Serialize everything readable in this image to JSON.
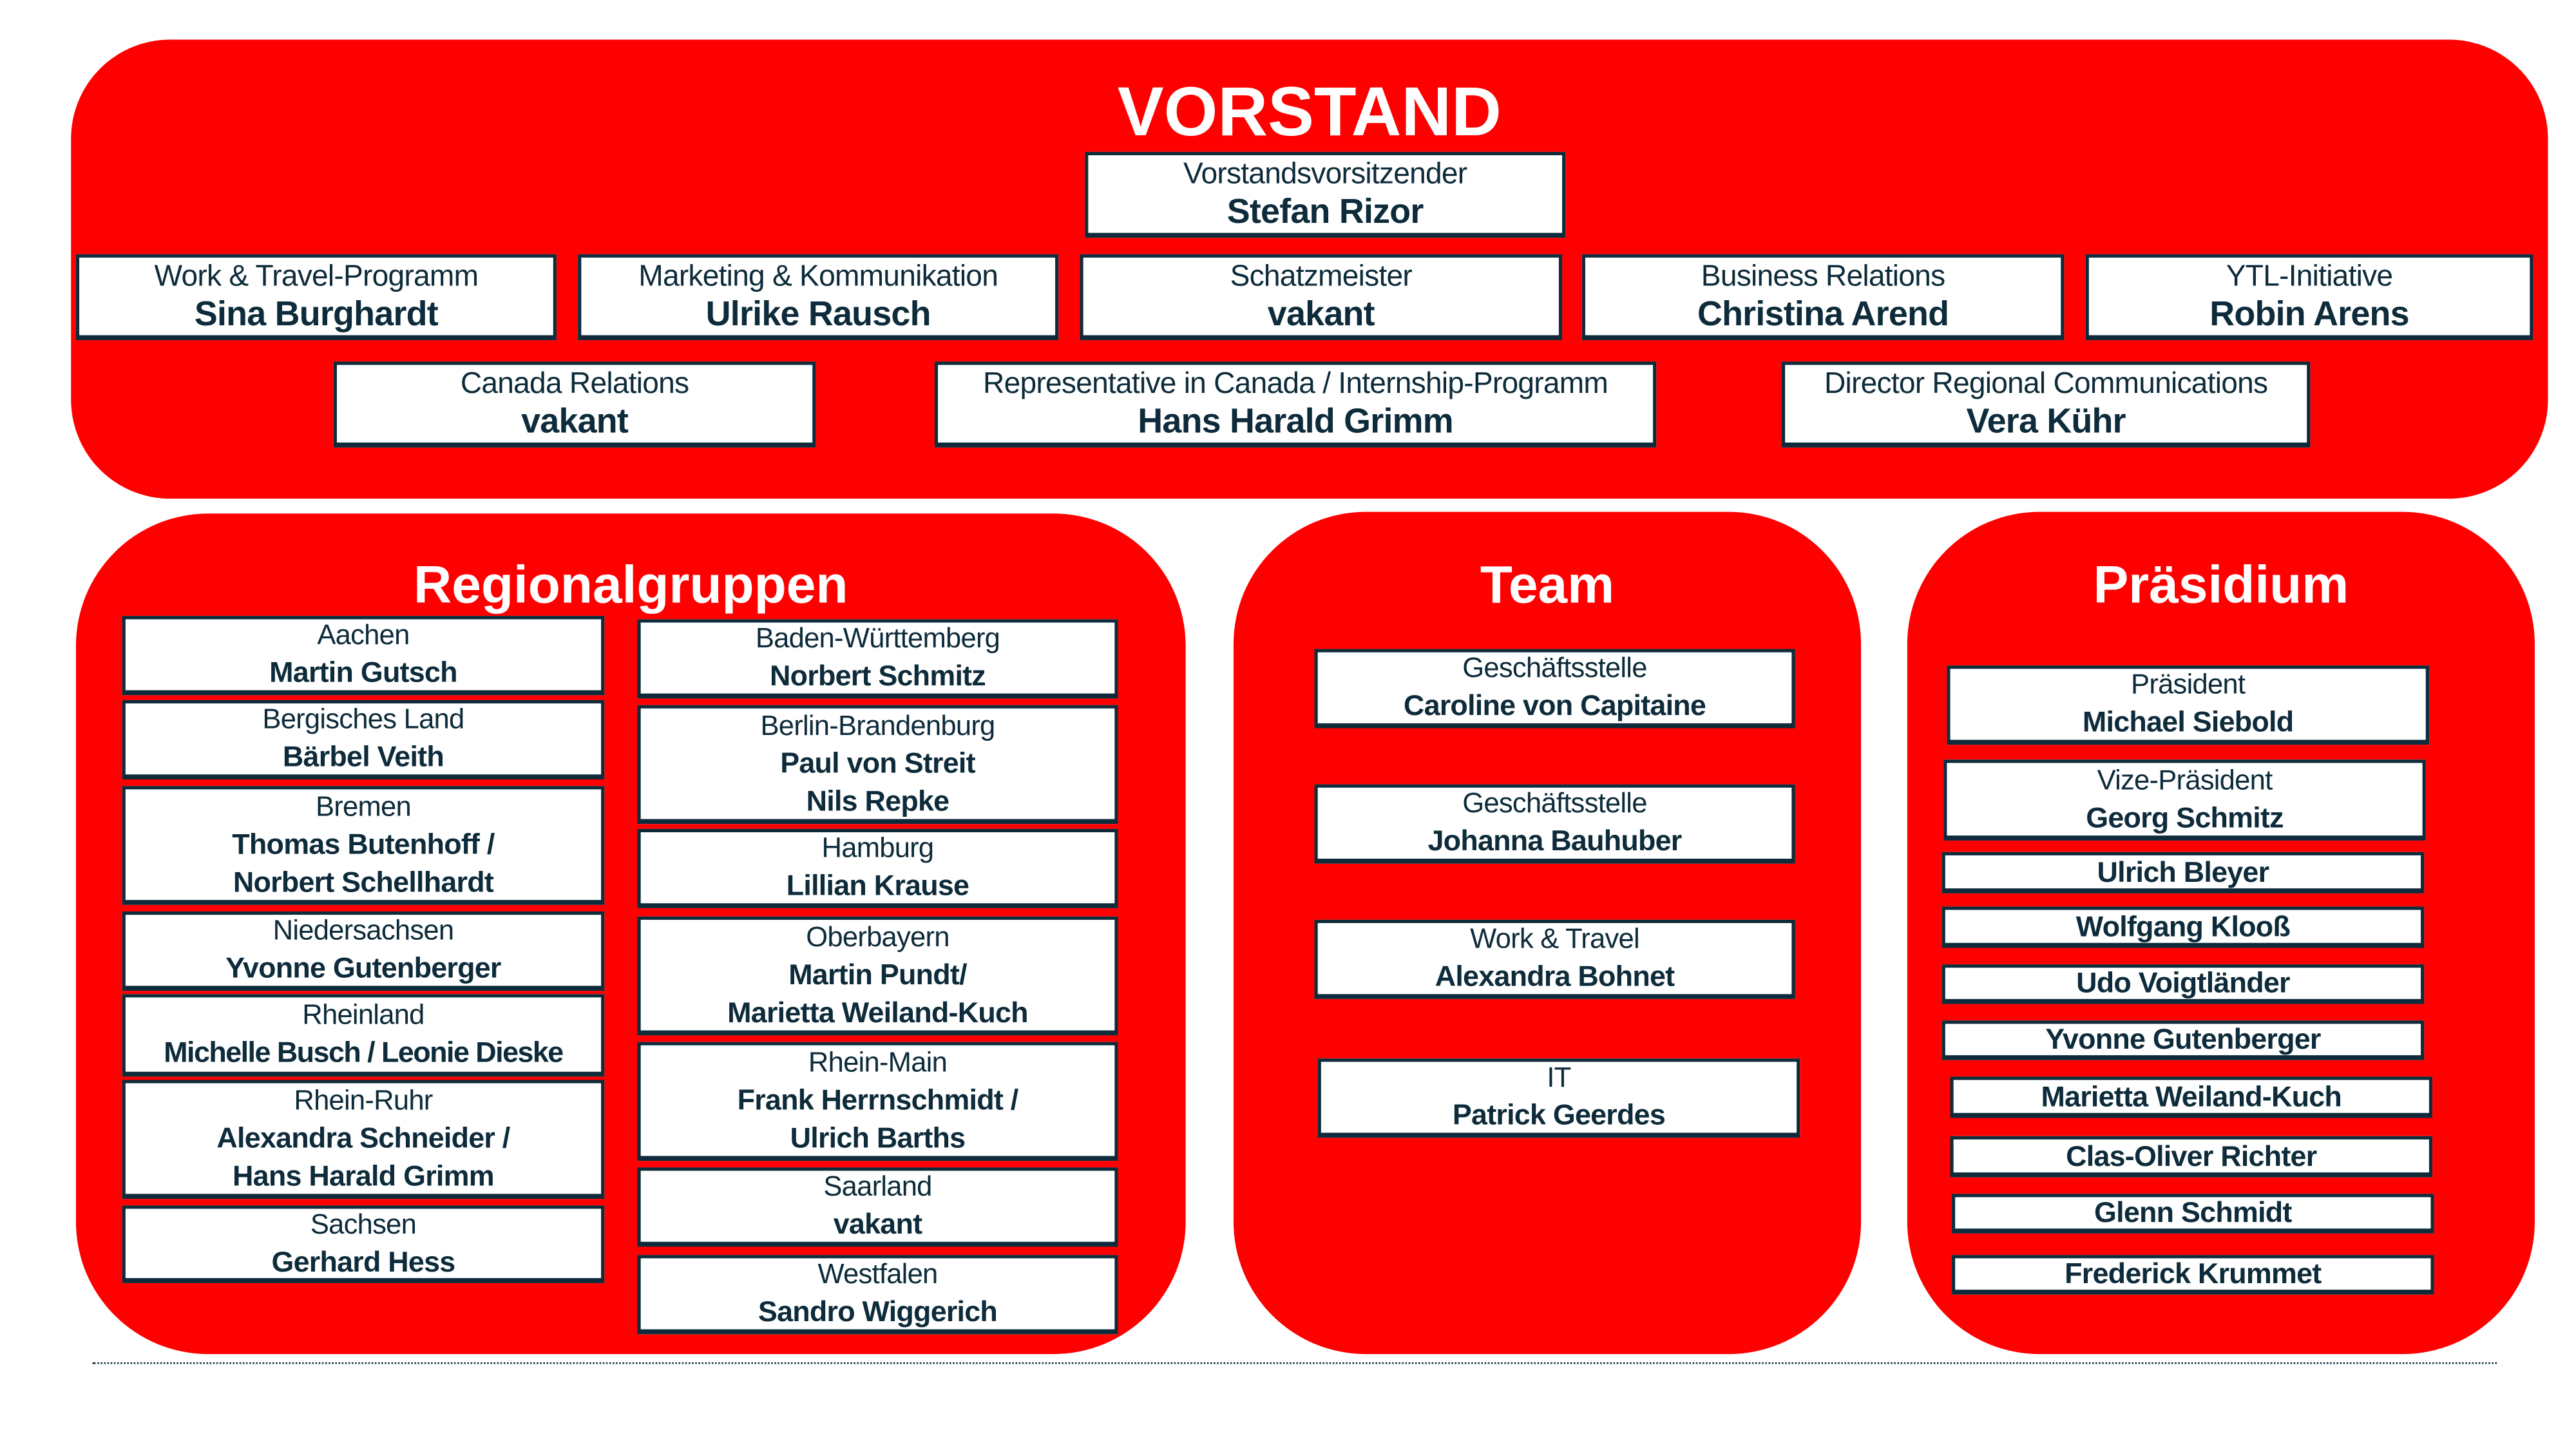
{
  "vorstand": {
    "title": "VORSTAND",
    "chair": {
      "role": "Vorstandsvorsitzender",
      "name": "Stefan Rizor"
    },
    "row1": [
      {
        "role": "Work & Travel-Programm",
        "name": "Sina Burghardt"
      },
      {
        "role": "Marketing & Kommunikation",
        "name": "Ulrike Rausch"
      },
      {
        "role": "Schatzmeister",
        "name": "vakant"
      },
      {
        "role": "Business Relations",
        "name": "Christina Arend"
      },
      {
        "role": "YTL-Initiative",
        "name": "Robin Arens"
      }
    ],
    "row2": [
      {
        "role": "Canada Relations",
        "name": "vakant"
      },
      {
        "role": "Representative in Canada / Internship-Programm",
        "name": "Hans Harald Grimm"
      },
      {
        "role": "Director Regional Communications",
        "name": "Vera Kühr"
      }
    ]
  },
  "regional": {
    "title": "Regionalgruppen",
    "left": [
      {
        "role": "Aachen",
        "name": [
          "Martin Gutsch"
        ]
      },
      {
        "role": "Bergisches Land",
        "name": [
          "Bärbel Veith"
        ]
      },
      {
        "role": "Bremen",
        "name": [
          "Thomas Butenhoff /",
          "Norbert Schellhardt"
        ]
      },
      {
        "role": "Niedersachsen",
        "name": [
          "Yvonne Gutenberger"
        ]
      },
      {
        "role": "Rheinland",
        "name": [
          "Michelle Busch / Leonie Dieske"
        ]
      },
      {
        "role": "Rhein-Ruhr",
        "name": [
          "Alexandra Schneider /",
          "Hans Harald Grimm"
        ]
      },
      {
        "role": "Sachsen",
        "name": [
          "Gerhard Hess"
        ]
      }
    ],
    "right": [
      {
        "role": "Baden-Württemberg",
        "name": [
          "Norbert Schmitz"
        ]
      },
      {
        "role": "Berlin-Brandenburg",
        "name": [
          "Paul von Streit",
          "Nils Repke"
        ]
      },
      {
        "role": "Hamburg",
        "name": [
          "Lillian Krause"
        ]
      },
      {
        "role": "Oberbayern",
        "name": [
          "Martin Pundt/",
          "Marietta Weiland-Kuch"
        ]
      },
      {
        "role": "Rhein-Main",
        "name": [
          "Frank Herrnschmidt /",
          "Ulrich Barths"
        ]
      },
      {
        "role": "Saarland",
        "name": [
          "vakant"
        ]
      },
      {
        "role": "Westfalen",
        "name": [
          "Sandro Wiggerich"
        ]
      }
    ]
  },
  "team": {
    "title": "Team",
    "items": [
      {
        "role": "Geschäftsstelle",
        "name": "Caroline von Capitaine"
      },
      {
        "role": "Geschäftsstelle",
        "name": "Johanna Bauhuber"
      },
      {
        "role": "Work & Travel",
        "name": "Alexandra Bohnet"
      },
      {
        "role": "IT",
        "name": "Patrick Geerdes"
      }
    ]
  },
  "praesidium": {
    "title": "Präsidium",
    "items": [
      {
        "role": "Präsident",
        "name": "Michael Siebold"
      },
      {
        "role": "Vize-Präsident",
        "name": "Georg Schmitz"
      }
    ],
    "members": [
      "Ulrich Bleyer",
      "Wolfgang Klooß",
      "Udo Voigtländer",
      "Yvonne Gutenberger",
      "Marietta Weiland-Kuch",
      "Clas-Oliver Richter",
      "Glenn Schmidt",
      "Frederick Krummet"
    ]
  },
  "colors": {
    "panel": "#ff0000",
    "text": "#0d2b3a"
  }
}
